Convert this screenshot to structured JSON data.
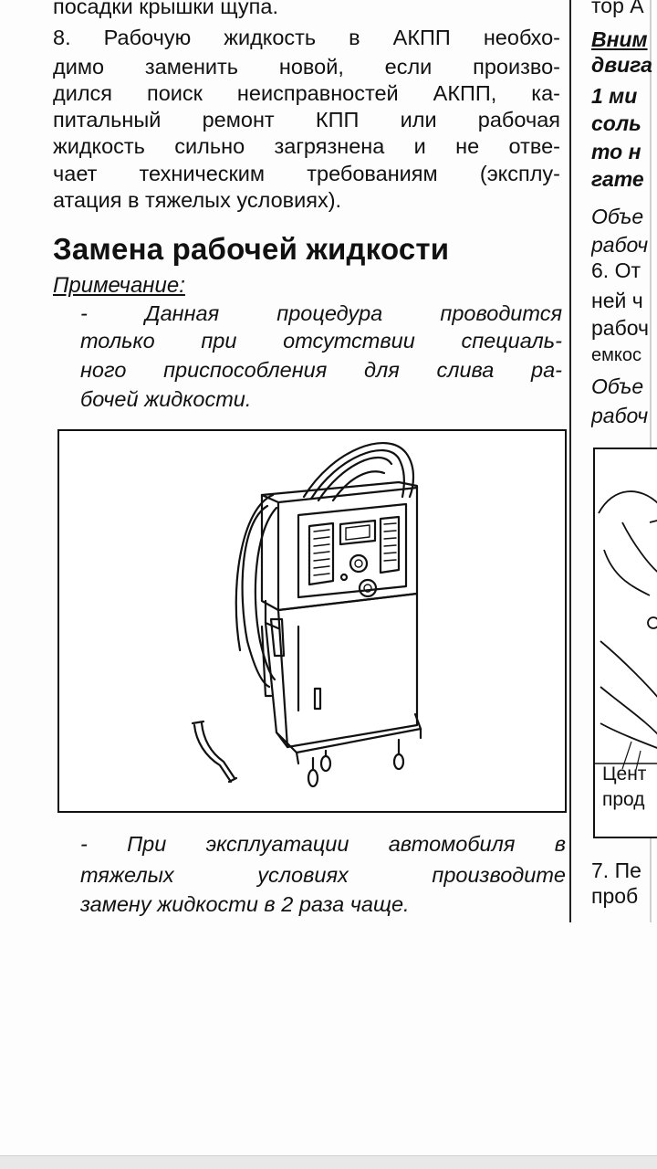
{
  "left_column": {
    "top_line": "посадки крышки щупа.",
    "para8": [
      "8. Рабочую жидкость в АКПП необхо-",
      "димо заменить новой, если произво-",
      "дился поиск неисправностей АКПП, ка-",
      "питальный ремонт КПП или рабочая",
      "жидкость сильно загрязнена и не отве-",
      "чает техническим требованиям (эксплу-",
      "атация в тяжелых условиях)."
    ],
    "heading": "Замена рабочей жидкости",
    "note_label": "Примечание:",
    "note_lines": [
      "- Данная процедура проводится",
      "только при отсутствии специаль-",
      "ного приспособления для слива ра-",
      "бочей жидкости."
    ],
    "figure_name": "fluid-exchange-machine-illustration",
    "after_note_lines": [
      "- При эксплуатации автомобиля в",
      "тяжелых условиях производите",
      "замену жидкости в 2 раза чаще."
    ]
  },
  "right_column": {
    "lines": [
      "тор А",
      "Вним",
      "двига",
      "1 ми",
      "соль",
      "то н",
      "гате",
      "Объе",
      "рабоч",
      "6. От",
      "ней ч",
      "рабоч",
      "емкос",
      "Объе",
      "рабоч"
    ],
    "caption_lines": [
      "Цент",
      "прод"
    ],
    "bottom_lines": [
      "7. Пе",
      "проб"
    ]
  }
}
